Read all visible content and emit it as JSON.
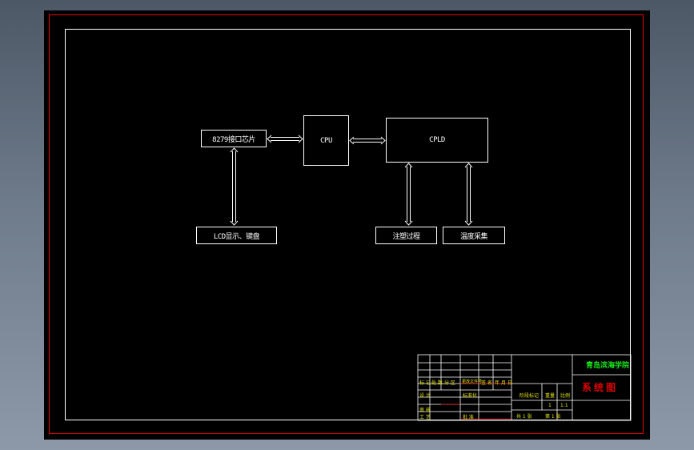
{
  "diagram": {
    "blocks": {
      "interface_chip": "8279接口芯片",
      "cpu": "CPU",
      "cpld": "CPLD",
      "lcd_keyboard": "LCD显示、键盘",
      "injection_process": "注塑过程",
      "temp_acquisition": "温度采集"
    }
  },
  "title_block": {
    "school": "青岛滨海学院",
    "drawing_title": "系统图",
    "row_labels_left": [
      "标 记",
      "处 数",
      "分 区",
      "更改文件号",
      "签 名",
      "年 月 日"
    ],
    "row_labels_bottom": [
      "设 计",
      "审 核",
      "工 艺",
      "批 准"
    ],
    "labels_right": [
      "阶段标记",
      "重量",
      "比例"
    ],
    "scale_value": "1",
    "ratio_value": "1:1",
    "sheet_count_label": "共 1 张",
    "sheet_number_label": "第 1 张",
    "standardization_label": "标准化"
  },
  "colors": {
    "background": "#000000",
    "frame_red": "#e00000",
    "line_white": "#ffffff",
    "title_yellow": "#e6e60a",
    "title_green": "#19e619",
    "title_red": "#e00000"
  }
}
